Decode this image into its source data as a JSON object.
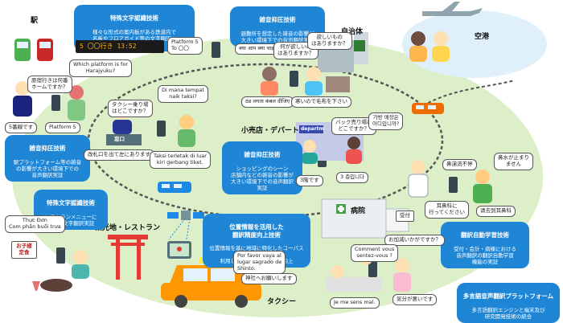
{
  "colors": {
    "accent": "#1f86d6",
    "area_green": "#dcefc8",
    "rail": "#555555"
  },
  "places": {
    "station": "駅",
    "local_gov": "自治体",
    "airport": "空港",
    "retail": "小売店・デパート",
    "sightseeing": "観光地・レストラン",
    "hospital": "病院",
    "taxi": "タクシー"
  },
  "tech_boxes": {
    "sign_recognition": {
      "title": "特殊文字認識技術",
      "body": "様々な形式の案内板がある鉄道内で\n名板やフロアガイド等の文字翻訳に\n関する実証"
    },
    "noise_gov": {
      "title": "雑音抑圧技術",
      "body": "避難所を想定した雑音の影響が\n大きい環境下での音声翻訳実証"
    },
    "noise_station": {
      "title": "雑音抑圧技術",
      "body": "駅プラットフォーム等の雑音\nの影響が大きい環境下での\n音声翻訳実証"
    },
    "noise_shop": {
      "title": "雑音抑圧技術",
      "body": "ショッピングのシーン\n店舗内などの雑音の影響が\n大きい環境下での音声翻訳\n実証"
    },
    "menu_recognition": {
      "title": "特殊文字認識技術",
      "body": "レストランメニューに\nおける文字翻訳実証"
    },
    "location": {
      "title": "位置情報を活用した\n翻訳精度向上技術",
      "body": "位置情報を基に地域に特化したコーパスを\n利用した多言語翻訳精度の向上"
    },
    "auto_learn": {
      "title": "翻訳自動学習技術",
      "body": "受付・会計・病棟における\n音声翻訳の翻訳自動学習\n機能の実証"
    },
    "platform": {
      "title": "多言語音声翻訳プラットフォーム",
      "body": "多言語翻訳エンジンと端末及び\n研究開発技術の統合"
    }
  },
  "board": {
    "text": "5 〇〇行き 13:52"
  },
  "bubbles": {
    "platform5_phone": "Platform 5\nTo 〇〇",
    "which_platform": "Which platform is for\nHarajyuku?",
    "harajuku_ja": "原宿行きは何番\nホームですか？",
    "track5": "5番線です",
    "platform5": "Platform 5",
    "hindi_q": "क्या आप क्या चाहते हैं?",
    "want_ja": "何が欲しいの\nはありますか？",
    "want2_ja": "欲しいもの\nはありますか？",
    "hindi_a": "ठंड लगता कंबल दीजिए",
    "cold_ja": "寒いので毛布を下さい",
    "indo_q": "Di mana tempat\nnaik taksi?",
    "taxi_stand_ja": "タクシー乗り場\nはどこですか？",
    "ticket_gate_ja": "改札口を出て左にあります",
    "indo_a": "Taksi terletak di luar\nkiri gerbang tiket.",
    "window_label": "窓口",
    "bag_ja": "バック売り場は\nどこですか？",
    "korean_q": "가방 매장은\n어디입니까?",
    "third_floor_ja": "3階です",
    "korean_a": "3 층입니다",
    "nose_cn": "鼻涕流不停",
    "nose_ja": "鼻水が止まり\nません",
    "ent_ja": "耳鼻科に\n行ってください",
    "ent_cn": "请去到耳鼻科",
    "viet_menu": "Thực Đơn\nCom phần buổi trưa",
    "okosama_menu": "お子様\n定食",
    "pt_q": "Por favor vaya al\nlugar sagrado de\nShinto.",
    "shrine_ja": "神社へお願いします",
    "reception": "受付",
    "how_feel_ja": "お加減いかがですか？",
    "fr_q": "Comment vous\nsentez-vous ?",
    "fr_a": "Je me sens mal.",
    "feel_bad_ja": "気分が悪いです",
    "shop_sign": "departm"
  }
}
